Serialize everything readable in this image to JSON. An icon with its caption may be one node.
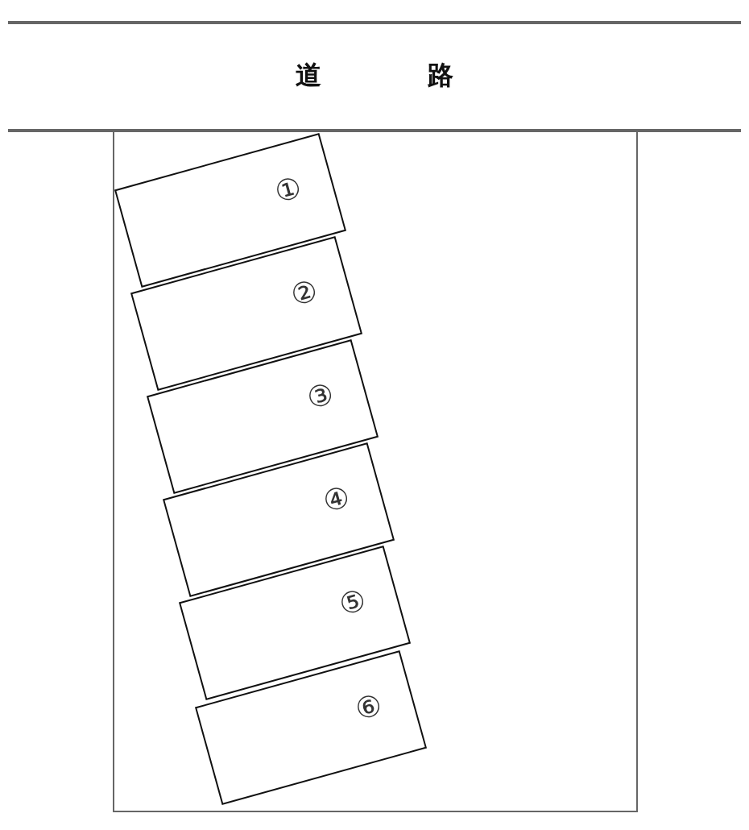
{
  "diagram": {
    "nodes": [
      {
        "text": [
          "道 路"
        ]
      },
      {
        "text": [],
        "shape": "box"
      },
      {
        "text": [
          "①"
        ],
        "in": 1
      },
      {
        "text": [
          "②"
        ],
        "in": 1
      },
      {
        "text": [
          "③"
        ],
        "in": 1
      },
      {
        "text": [
          "④"
        ],
        "in": 1
      },
      {
        "text": [
          "⑤"
        ],
        "in": 1
      },
      {
        "text": [
          "⑥"
        ],
        "in": 1
      }
    ]
  }
}
